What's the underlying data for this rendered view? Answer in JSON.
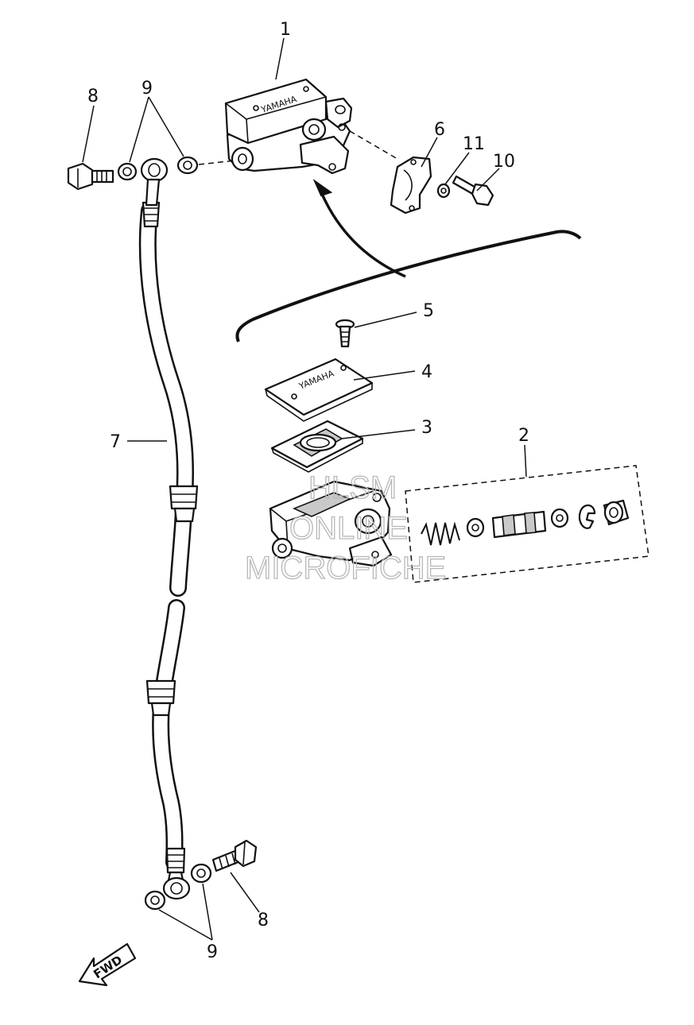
{
  "callouts": {
    "c1": "1",
    "c2": "2",
    "c3": "3",
    "c4": "4",
    "c5": "5",
    "c6": "6",
    "c7": "7",
    "c8_top": "8",
    "c8_bottom": "8",
    "c9_top": "9",
    "c9_bottom": "9",
    "c10": "10",
    "c11": "11"
  },
  "brand_marks": {
    "reservoir_cover": "YAMAHA",
    "cap": "YAMAHA"
  },
  "direction_label": "FWD",
  "watermark": {
    "line1": "HLSM",
    "line2": "ONLINE",
    "line3": "MICROFICHE"
  }
}
